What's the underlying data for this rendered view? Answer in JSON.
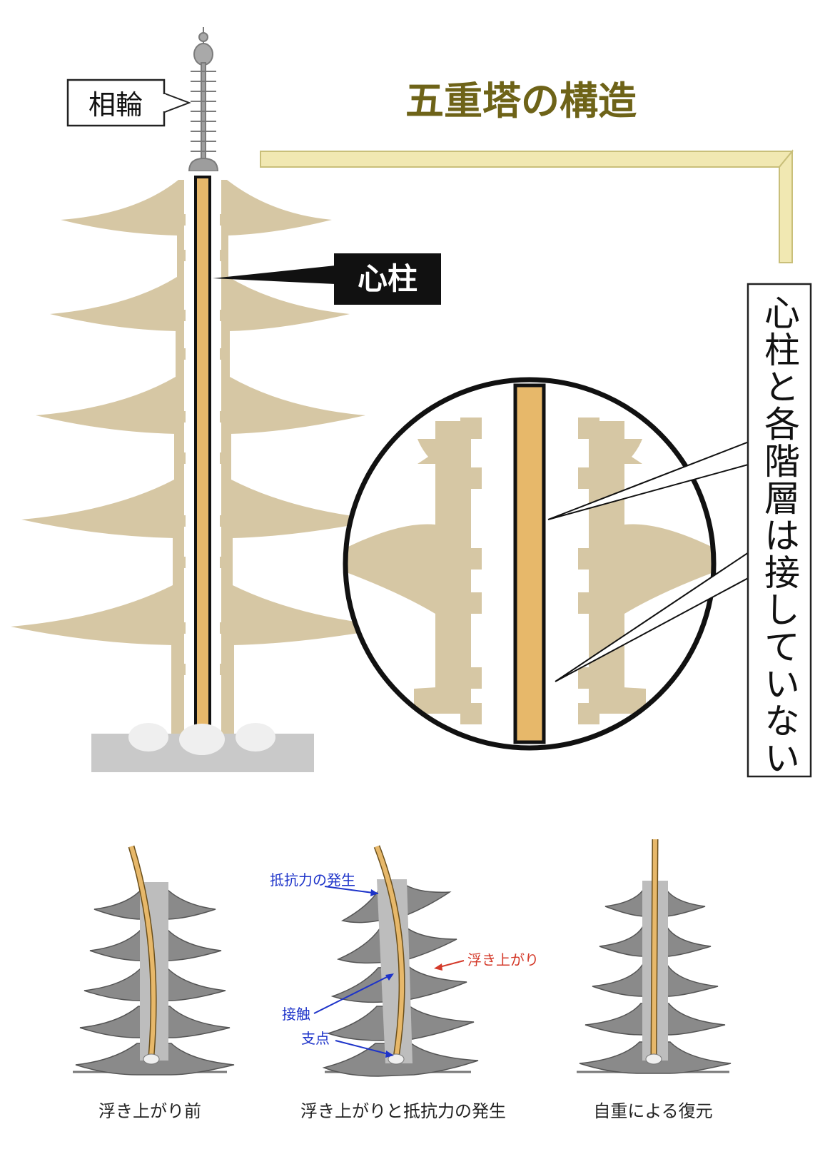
{
  "title": "五重塔の構造",
  "labels": {
    "sorin": "相輪",
    "shinbashira": "心柱",
    "callout": "心柱と各階層は接していない"
  },
  "panels": [
    {
      "caption": "浮き上がり前"
    },
    {
      "caption": "浮き上がりと抵抗力の発生",
      "annotations": {
        "resistance": "抵抗力の発生",
        "lift": "浮き上がり",
        "contact": "接触",
        "fulcrum": "支点"
      }
    },
    {
      "caption": "自重による復元"
    }
  ],
  "colors": {
    "tan": "#d6c7a4",
    "pillar": "#e7b86a",
    "stone": "#c9c9c9",
    "title": "#6e6318",
    "bar": "#f1e8b2",
    "bar_edge": "#c9bf7a",
    "grey_roof": "#8a8a8a",
    "grey_light": "#bdbdbd",
    "blue": "#1d33c9",
    "red": "#d43a2a"
  }
}
